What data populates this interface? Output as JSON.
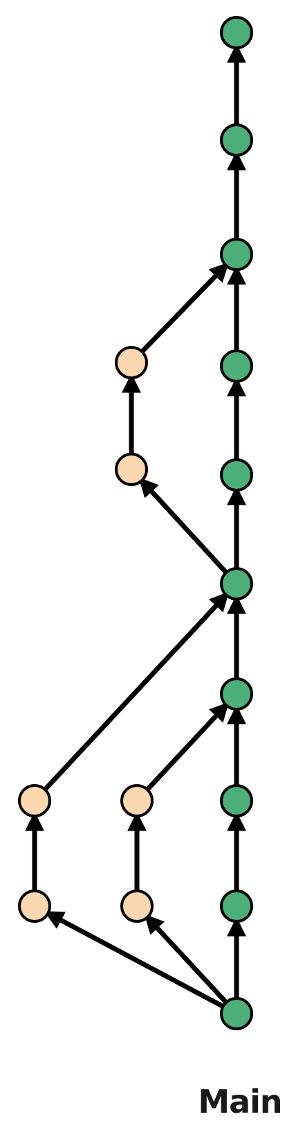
{
  "diagram": {
    "branch_label": "Main",
    "colors": {
      "main_commit": "#4caf7a",
      "feature_commit": "#fbd7b0",
      "stroke": "#000000",
      "edge": "#000000"
    },
    "commits": [
      {
        "id": "m0",
        "lane": "main"
      },
      {
        "id": "m1",
        "lane": "main"
      },
      {
        "id": "m2",
        "lane": "main"
      },
      {
        "id": "m3",
        "lane": "main"
      },
      {
        "id": "m4",
        "lane": "main"
      },
      {
        "id": "m5",
        "lane": "main"
      },
      {
        "id": "m6",
        "lane": "main"
      },
      {
        "id": "m7",
        "lane": "main"
      },
      {
        "id": "m8",
        "lane": "main"
      },
      {
        "id": "m9",
        "lane": "main"
      },
      {
        "id": "a0",
        "lane": "feature-a"
      },
      {
        "id": "a1",
        "lane": "feature-a"
      },
      {
        "id": "b0",
        "lane": "feature-b"
      },
      {
        "id": "b1",
        "lane": "feature-b"
      },
      {
        "id": "c0",
        "lane": "feature-c"
      },
      {
        "id": "c1",
        "lane": "feature-c"
      }
    ],
    "edges": [
      {
        "from": "m0",
        "to": "m1"
      },
      {
        "from": "m1",
        "to": "m2"
      },
      {
        "from": "m2",
        "to": "m3"
      },
      {
        "from": "m3",
        "to": "m4"
      },
      {
        "from": "m4",
        "to": "m5"
      },
      {
        "from": "m5",
        "to": "m6"
      },
      {
        "from": "m6",
        "to": "m7"
      },
      {
        "from": "m7",
        "to": "m8"
      },
      {
        "from": "m8",
        "to": "m9"
      },
      {
        "from": "m0",
        "to": "a0"
      },
      {
        "from": "a0",
        "to": "a1"
      },
      {
        "from": "a1",
        "to": "m4"
      },
      {
        "from": "m0",
        "to": "b0"
      },
      {
        "from": "b0",
        "to": "b1"
      },
      {
        "from": "b1",
        "to": "m3"
      },
      {
        "from": "m4",
        "to": "c0"
      },
      {
        "from": "c0",
        "to": "c1"
      },
      {
        "from": "c1",
        "to": "m7"
      }
    ]
  }
}
